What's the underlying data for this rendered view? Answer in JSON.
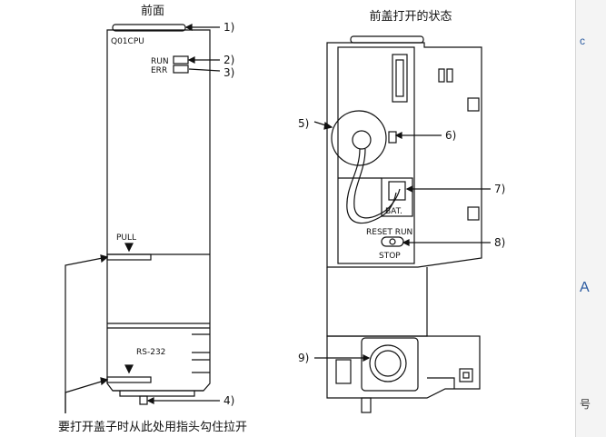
{
  "front_view": {
    "title": "前面",
    "model": "Q01CPU",
    "led_run": "RUN",
    "led_err": "ERR",
    "pull_label": "PULL",
    "port_label": "RS-232",
    "callouts": [
      "1)",
      "2)",
      "3)",
      "4)"
    ],
    "instruction": "要打开盖子时从此处用指头勾住拉开"
  },
  "cover_open_view": {
    "title": "前盖打开的状态",
    "battery_label": "BAT.",
    "switch_top": "RESET RUN",
    "switch_bottom": "STOP",
    "callouts": [
      "5)",
      "6)",
      "7)",
      "8)",
      "9)"
    ]
  },
  "side_panel": {
    "glyphs": [
      "c",
      "A",
      "号"
    ]
  }
}
